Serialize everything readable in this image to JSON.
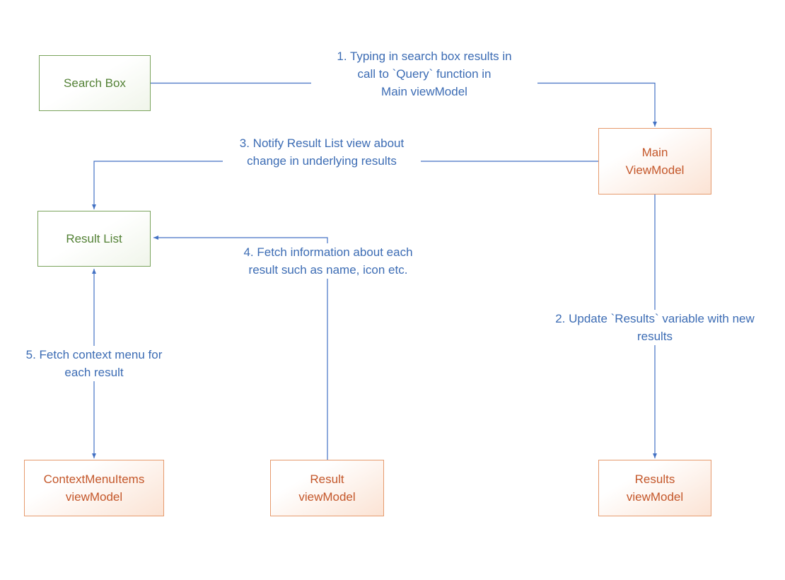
{
  "diagram": {
    "colors": {
      "green_border": "#7aa35c",
      "green_text": "#538135",
      "orange_border": "#e69a6d",
      "orange_text": "#c4572a",
      "orange_fill": "#fbe3d4",
      "arrow_blue": "#4472c4",
      "label_blue": "#3c6cb4",
      "background": "#ffffff"
    },
    "nodes": {
      "search_box": {
        "label": "Search Box"
      },
      "main_viewmodel": {
        "label": "Main\nViewModel"
      },
      "result_list": {
        "label": "Result List"
      },
      "contextmenuitems_viewmodel": {
        "label": "ContextMenuItems\nviewModel"
      },
      "result_viewmodel": {
        "label": "Result\nviewModel"
      },
      "results_viewmodel": {
        "label": "Results\nviewModel"
      }
    },
    "edges": {
      "e1": {
        "from": "Search Box",
        "to": "Main ViewModel",
        "label": "1. Typing in search box results in\ncall to `Query` function in\nMain viewModel"
      },
      "e2": {
        "from": "Main ViewModel",
        "to": "Results viewModel",
        "label": "2. Update `Results` variable with new\nresults"
      },
      "e3": {
        "from": "Main ViewModel",
        "to": "Result List",
        "label": "3. Notify Result List view about\nchange in underlying results"
      },
      "e4": {
        "from": "Result viewModel",
        "to": "Result List",
        "label": "4. Fetch information about each\nresult such as name, icon etc."
      },
      "e5": {
        "from": "Result List",
        "to": "ContextMenuItems viewModel",
        "label": "5. Fetch context menu for\neach result",
        "bidirectional": true
      }
    }
  }
}
